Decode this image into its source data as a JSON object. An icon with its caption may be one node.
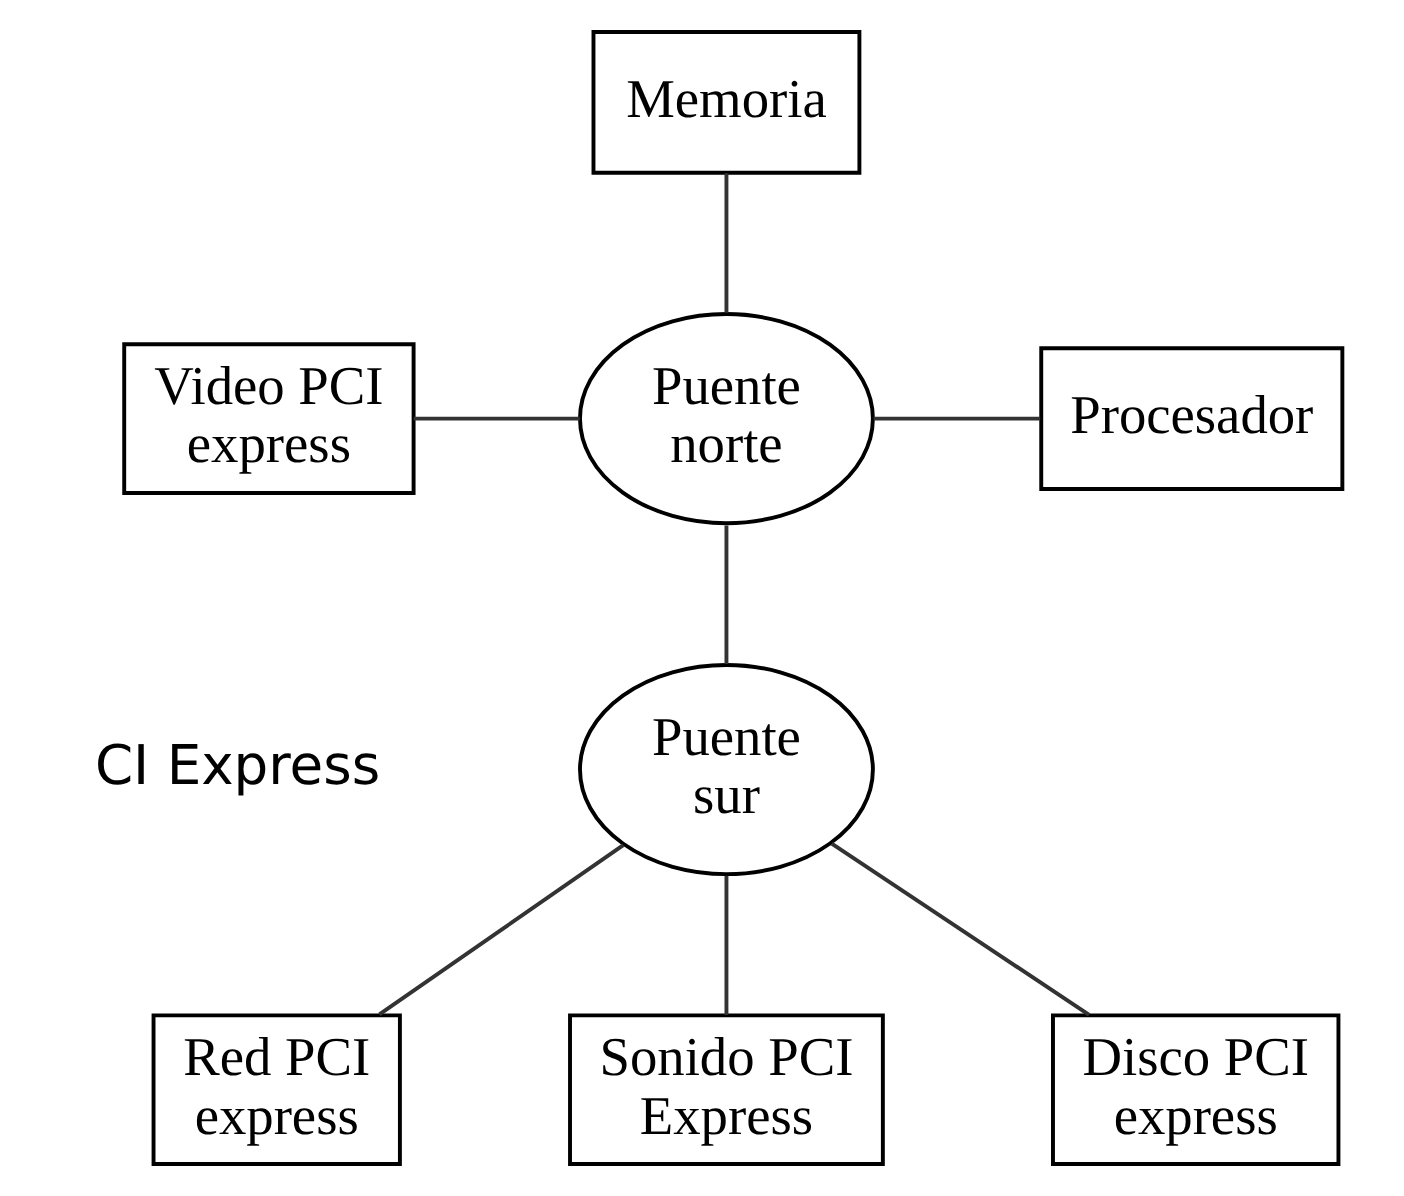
{
  "diagram": {
    "nodes": [
      {
        "text": [
          "Memoria"
        ]
      },
      {
        "text": [
          "Video PCI express"
        ]
      },
      {
        "text": [
          "Puente norte"
        ]
      },
      {
        "text": [
          "Procesador"
        ]
      },
      {
        "text": [
          "Puente sur"
        ]
      },
      {
        "text": [
          "Red PCI express"
        ]
      },
      {
        "text": [
          "Sonido PCI Express"
        ]
      },
      {
        "text": [
          "Disco PCI express"
        ]
      }
    ],
    "edges": [
      {
        "from": 0,
        "to": 2,
        "arrow": "none"
      },
      {
        "from": 1,
        "to": 2,
        "arrow": "none"
      },
      {
        "from": 2,
        "to": 3,
        "arrow": "none"
      },
      {
        "from": 2,
        "to": 4,
        "arrow": "none"
      },
      {
        "from": 4,
        "to": 5,
        "arrow": "none"
      },
      {
        "from": 4,
        "to": 6,
        "arrow": "none"
      },
      {
        "from": 4,
        "to": 7,
        "arrow": "none"
      }
    ],
    "labels": [
      "CI Express"
    ]
  }
}
